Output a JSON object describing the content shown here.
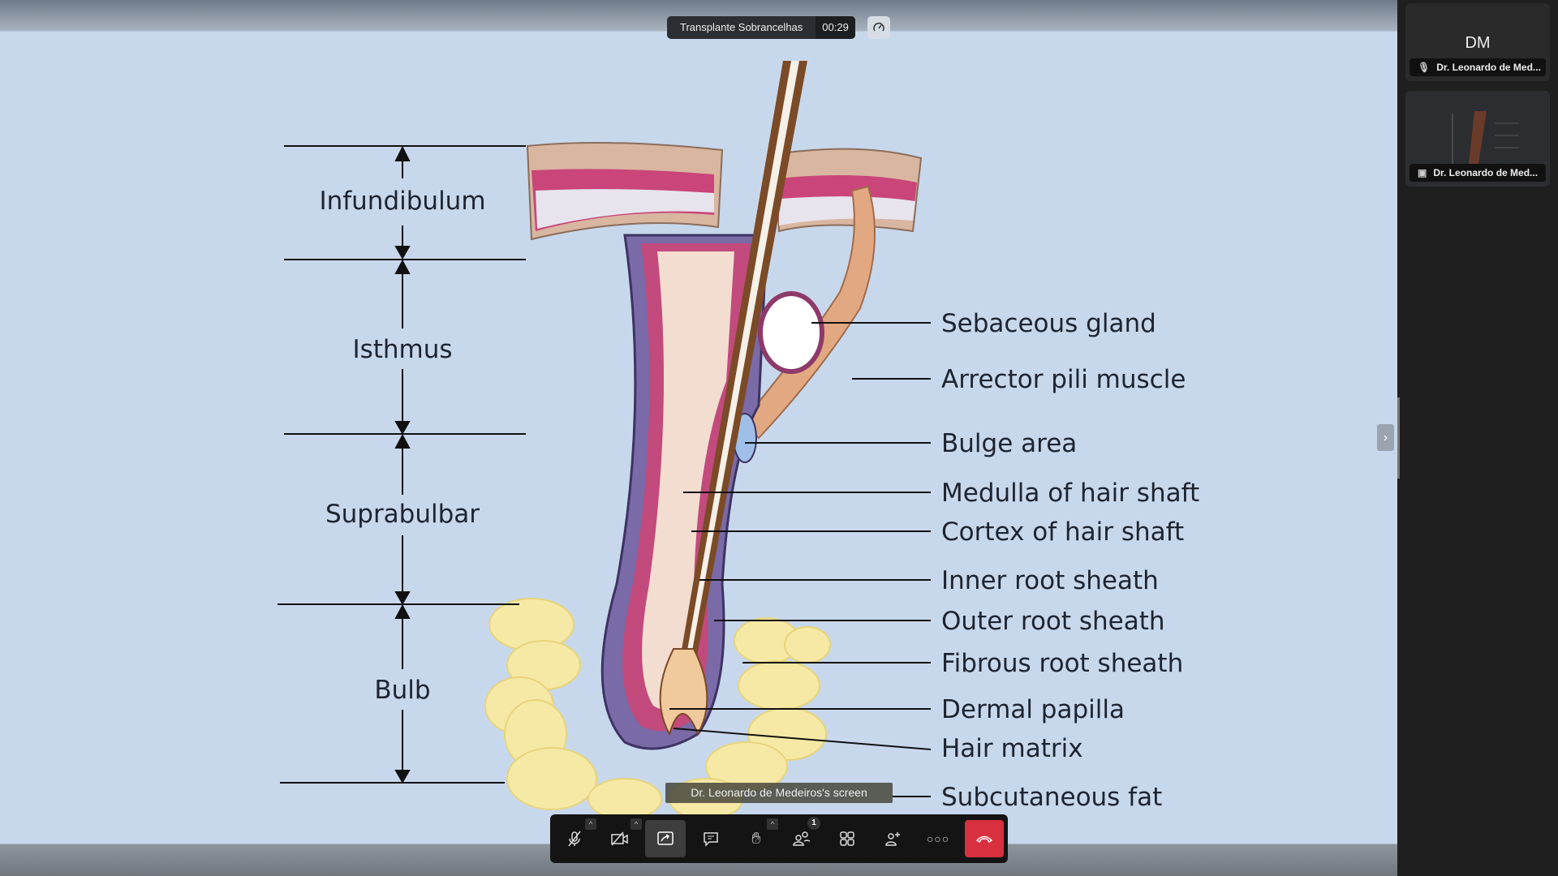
{
  "meeting": {
    "title": "Transplante Sobrancelhas",
    "timer": "00:29"
  },
  "participants": [
    {
      "initials": "DM",
      "name": "Dr. Leonardo de Med..."
    },
    {
      "name": "Dr. Leonardo de Med..."
    }
  ],
  "screen_caption": "Dr. Leonardo de Medeiros's screen",
  "toolbar": {
    "people_count": "1",
    "end_color": "#d9303f"
  },
  "diagram": {
    "regions": [
      "Infundibulum",
      "Isthmus",
      "Suprabulbar",
      "Bulb"
    ],
    "labels": [
      "Sebaceous gland",
      "Arrector pili muscle",
      "Bulge area",
      "Medulla of hair shaft",
      "Cortex of hair shaft",
      "Inner root sheath",
      "Outer root sheath",
      "Fibrous root sheath",
      "Dermal papilla",
      "Hair matrix",
      "Subcutaneous fat"
    ]
  }
}
